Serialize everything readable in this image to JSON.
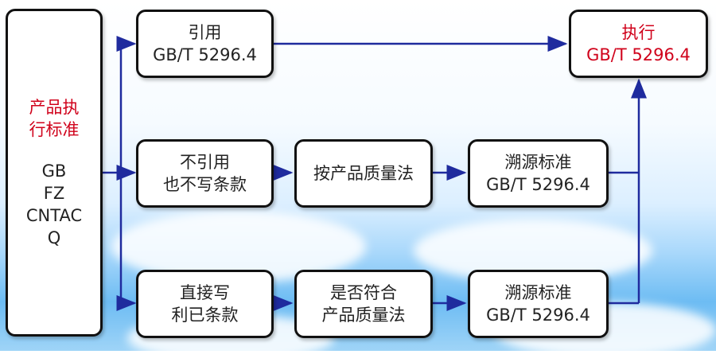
{
  "colors": {
    "connector": "#1f2b9e",
    "highlight_text": "#d0021b",
    "border": "#111111"
  },
  "source": {
    "title_lines": [
      "产品执",
      "行标准"
    ],
    "standards": [
      "GB",
      "FZ",
      "CNTAC",
      "Q"
    ]
  },
  "branch_top": {
    "lines": [
      "引用",
      "GB/T 5296.4"
    ]
  },
  "branch_mid": {
    "lines": [
      "不引用",
      "也不写条款"
    ]
  },
  "branch_bottom": {
    "lines": [
      "直接写",
      "利已条款"
    ]
  },
  "mid_step": {
    "lines": [
      "按产品质量法"
    ]
  },
  "bottom_step": {
    "lines": [
      "是否符合",
      "产品质量法"
    ]
  },
  "trace_mid": {
    "lines": [
      "溯源标准",
      "GB/T 5296.4"
    ]
  },
  "trace_bottom": {
    "lines": [
      "溯源标准",
      "GB/T 5296.4"
    ]
  },
  "result": {
    "lines": [
      "执行",
      "GB/T 5296.4"
    ]
  }
}
